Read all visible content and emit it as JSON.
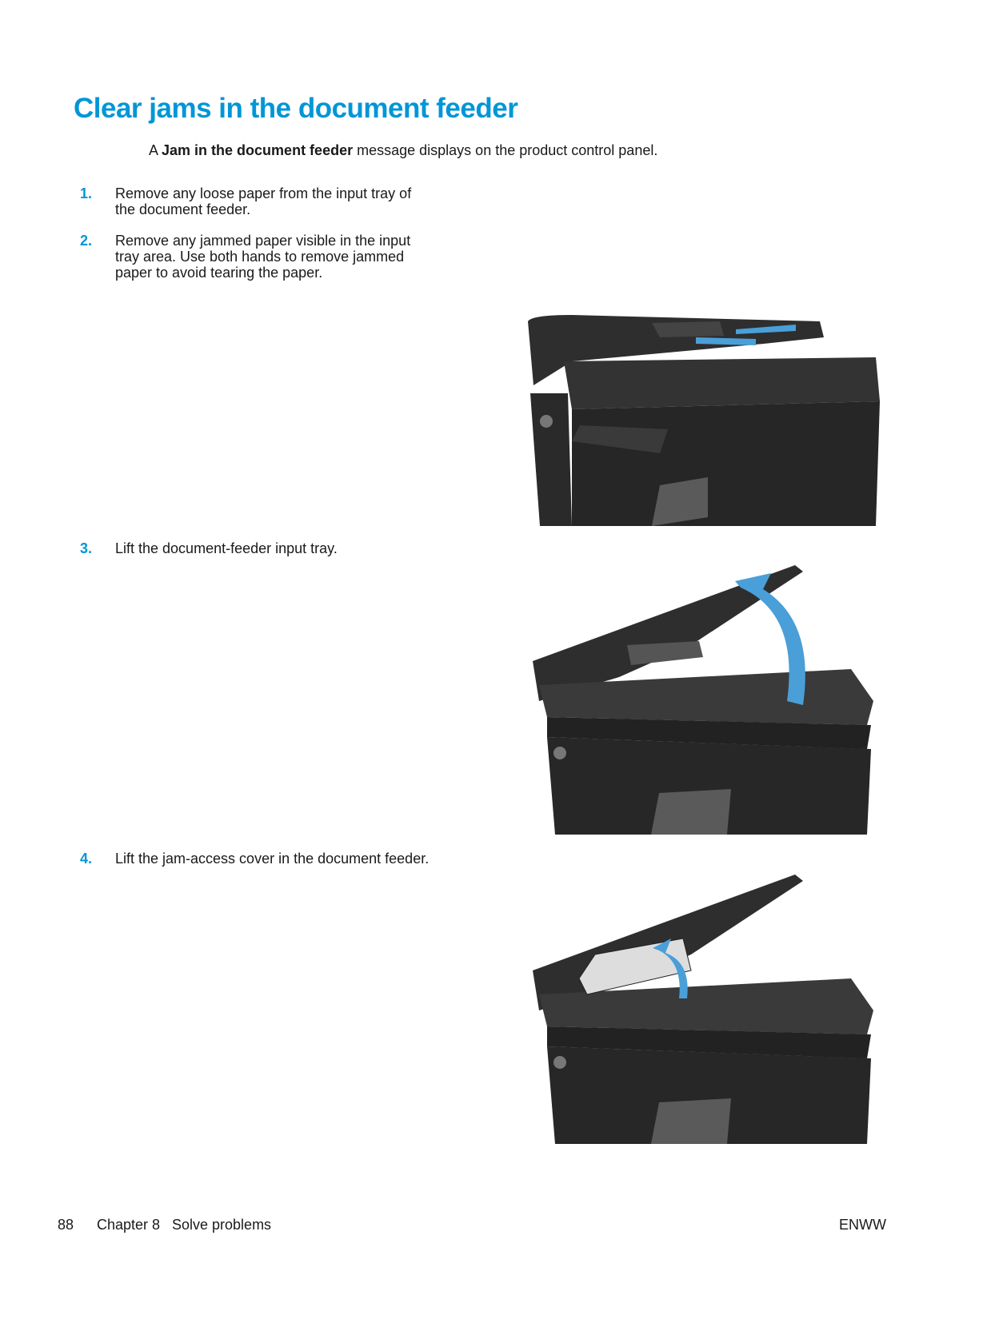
{
  "title": "Clear jams in the document feeder",
  "intro": {
    "prefix": "A",
    "bold": "Jam in the document feeder",
    "suffix": "message displays on the product control panel."
  },
  "steps": [
    {
      "num": "1.",
      "text": "Remove any loose paper from the input tray of the document feeder."
    },
    {
      "num": "2.",
      "text": "Remove any jammed paper visible in the input tray area. Use both hands to remove jammed paper to avoid tearing the paper."
    },
    {
      "num": "3.",
      "text": "Lift the document-feeder input tray."
    },
    {
      "num": "4.",
      "text": "Lift the jam-access cover in the document feeder."
    }
  ],
  "footer": {
    "page": "88",
    "chapter": "Chapter 8",
    "section": "Solve problems",
    "right": "ENWW"
  },
  "colors": {
    "accent": "#0096d6",
    "arrow": "#4a9fd8",
    "printer": "#2b2b2b"
  }
}
